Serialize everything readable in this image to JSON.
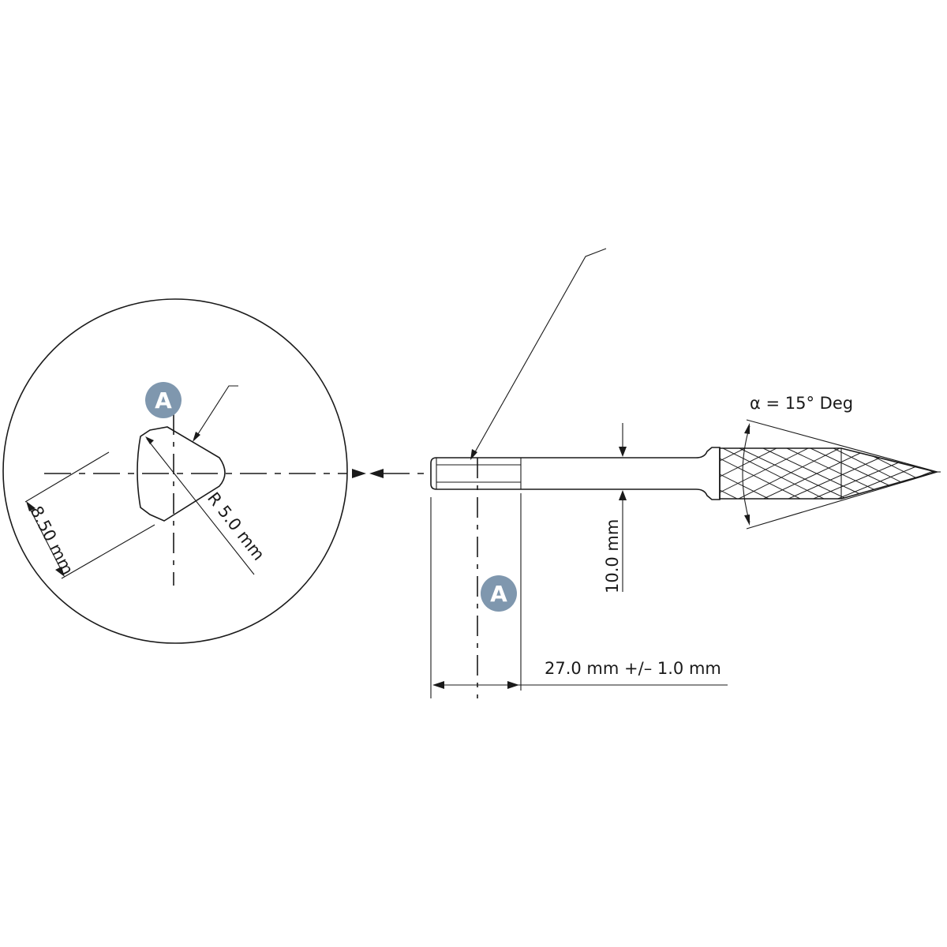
{
  "detail_view": {
    "marker_label": "A",
    "dim_width": "8.50 mm",
    "dim_radius": "R 5.0 mm"
  },
  "side_view": {
    "marker_label": "A",
    "dim_diameter": "10.0 mm",
    "dim_length": "27.0 mm +/– 1.0 mm",
    "dim_angle": "α = 15° Deg"
  },
  "colors": {
    "line": "#1a1a1a",
    "badge": "#7f97ae"
  }
}
